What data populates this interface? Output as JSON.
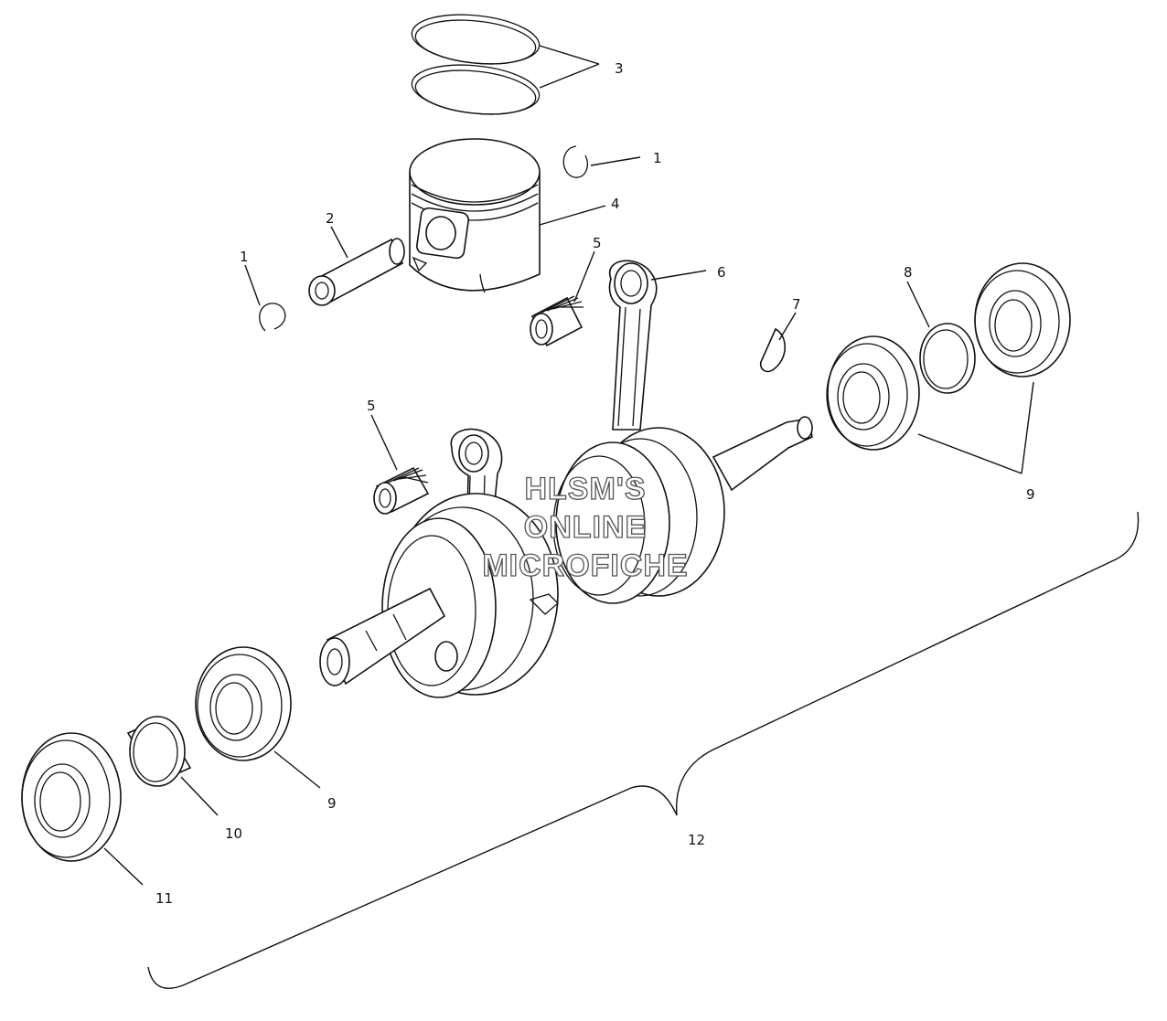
{
  "diagram": {
    "callouts": {
      "c1a": "1",
      "c1b": "1",
      "c2": "2",
      "c3": "3",
      "c4": "4",
      "c5a": "5",
      "c5b": "5",
      "c6": "6",
      "c7": "7",
      "c8": "8",
      "c9a": "9",
      "c9b": "9",
      "c10": "10",
      "c11": "11",
      "c12": "12"
    },
    "watermark": {
      "line1": "HLSM'S",
      "line2": "ONLINE",
      "line3": "MICROFICHE"
    }
  }
}
